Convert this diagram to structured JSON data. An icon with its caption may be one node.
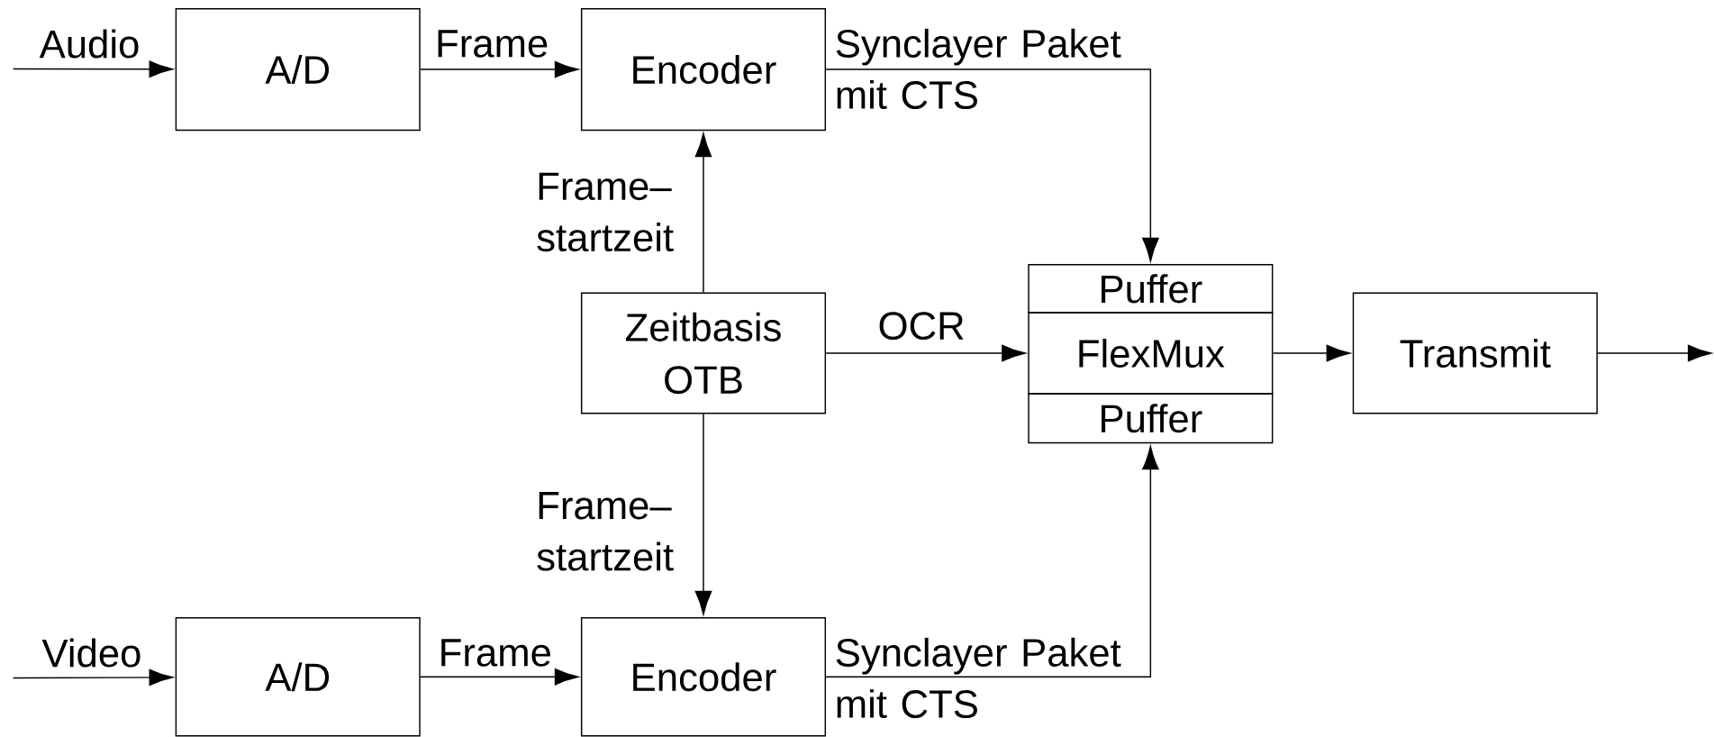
{
  "diagram": {
    "nodes": [
      {
        "text": [
          "A/D"
        ]
      },
      {
        "text": [
          "Encoder"
        ]
      },
      {
        "text": [
          "Zeitbasis OTB"
        ]
      },
      {
        "text": [
          "Puffer"
        ]
      },
      {
        "text": [
          "FlexMux"
        ]
      },
      {
        "text": [
          "Puffer"
        ]
      },
      {
        "text": [
          "Transmit"
        ]
      },
      {
        "text": [
          "A/D"
        ]
      },
      {
        "text": [
          "Encoder"
        ]
      }
    ],
    "edges": [
      {
        "from": null,
        "to": 0,
        "arrow": "to",
        "label": "Audio"
      },
      {
        "from": 0,
        "to": 1,
        "arrow": "to",
        "label": "Frame"
      },
      {
        "from": 1,
        "to": 3,
        "arrow": "to",
        "label": "Synclayer Paket mit CTS"
      },
      {
        "from": 2,
        "to": 1,
        "arrow": "to",
        "label": "Frame– startzeit"
      },
      {
        "from": 2,
        "to": 4,
        "arrow": "to",
        "label": "OCR"
      },
      {
        "from": 4,
        "to": 6,
        "arrow": "to"
      },
      {
        "from": 6,
        "to": null,
        "arrow": "to"
      },
      {
        "from": 2,
        "to": 8,
        "arrow": "to",
        "label": "Frame– startzeit"
      },
      {
        "from": null,
        "to": 7,
        "arrow": "to",
        "label": "Video"
      },
      {
        "from": 7,
        "to": 8,
        "arrow": "to",
        "label": "Frame"
      },
      {
        "from": 8,
        "to": 5,
        "arrow": "to",
        "label": "Synclayer Paket mit CTS"
      }
    ]
  }
}
